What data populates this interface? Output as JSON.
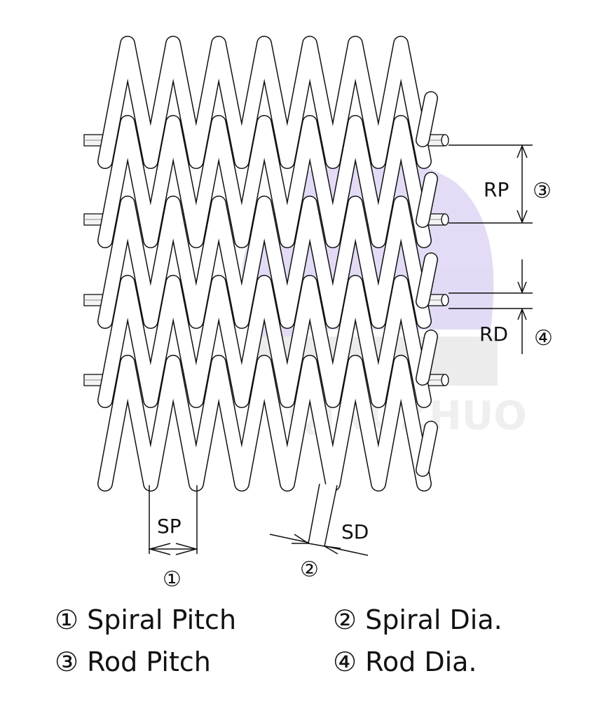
{
  "watermark": {
    "text": "QINGZHUO",
    "color": "#d9d2ee"
  },
  "dimensions": {
    "rp": {
      "label": "RP",
      "number": "③"
    },
    "rd": {
      "label": "RD",
      "number": "④"
    },
    "sp": {
      "label": "SP",
      "number": "①"
    },
    "sd": {
      "label": "SD",
      "number": "②"
    }
  },
  "legend": [
    {
      "number": "①",
      "text": "Spiral Pitch"
    },
    {
      "number": "②",
      "text": "Spiral Dia."
    },
    {
      "number": "③",
      "text": "Rod Pitch"
    },
    {
      "number": "④",
      "text": "Rod Dia."
    }
  ]
}
